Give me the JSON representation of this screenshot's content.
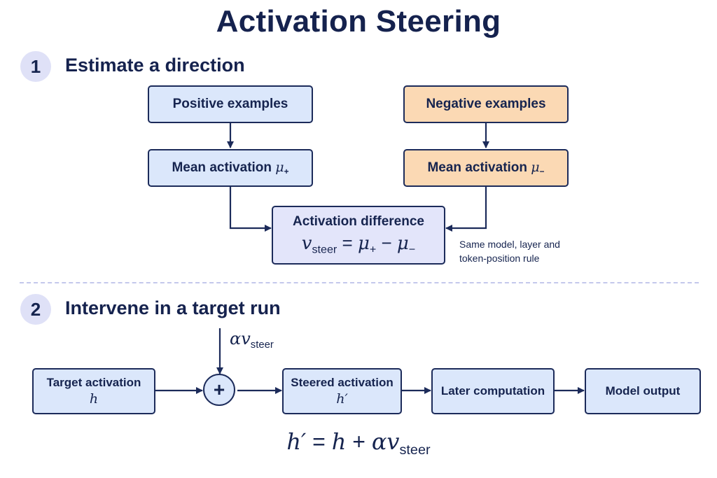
{
  "title": "Activation Steering",
  "steps": [
    {
      "number": "1",
      "title": "Estimate a direction"
    },
    {
      "number": "2",
      "title": "Intervene in a target run"
    }
  ],
  "step1": {
    "positive_examples": "Positive examples",
    "negative_examples": "Negative examples",
    "mean_activation_label": "Mean activation",
    "mu": "μ",
    "plus_sign": "+",
    "minus_sign": "−",
    "activation_difference": "Activation difference",
    "v": "v",
    "steer": "steer",
    "equals": "=",
    "note_line1": "Same model, layer and",
    "note_line2": "token-position rule"
  },
  "step2": {
    "alpha": "α",
    "v": "v",
    "steer": "steer",
    "plus_node": "+",
    "target_activation": "Target activation",
    "h": "h",
    "steered_activation": "Steered activation",
    "h_prime": "h′",
    "later_computation": "Later computation",
    "model_output": "Model output",
    "formula_h_prime": "h′",
    "formula_equals": "=",
    "formula_h": "h",
    "formula_plus": "+"
  },
  "colors": {
    "blue_box": "#dbe7fb",
    "orange_box": "#fbd9b4",
    "lavender_box": "#e3e5fa",
    "navy": "#1c2b5a"
  }
}
